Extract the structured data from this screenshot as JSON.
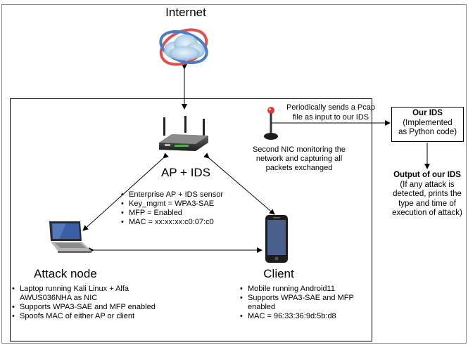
{
  "internet": {
    "label": "Internet"
  },
  "ap": {
    "label": "AP + IDS",
    "bullets": [
      "Enterprise AP + IDS sensor",
      "Key_mgmt = WPA3-SAE",
      "MFP = Enabled",
      "MAC = xx:xx:xx:c0:07:c0"
    ]
  },
  "sensor": {
    "caption_lines": [
      "Second NIC monitoring the",
      "network and capturing all",
      "packets exchanged"
    ],
    "arrow_label_lines": [
      "Periodically sends a Pcap",
      "file as input to our IDS"
    ]
  },
  "ids": {
    "title": "Our IDS",
    "subtitle_lines": [
      "(Implemented",
      "as Python code)"
    ]
  },
  "output": {
    "title": "Output of our IDS",
    "lines": [
      "(If any attack is",
      "detected, prints the",
      "type and time of",
      "execution of attack)"
    ]
  },
  "attack": {
    "label": "Attack node",
    "bullets": [
      "Laptop running Kali Linux +  Alfa AWUS036NHA as NIC",
      "Supports WPA3-SAE and MFP enabled",
      "Spoofs MAC of either AP or client"
    ]
  },
  "client": {
    "label": "Client",
    "bullets": [
      "Mobile running Android11",
      "Supports WPA3-SAE and MFP enabled",
      "MAC = 96:33:36:9d:5b:d8"
    ]
  }
}
